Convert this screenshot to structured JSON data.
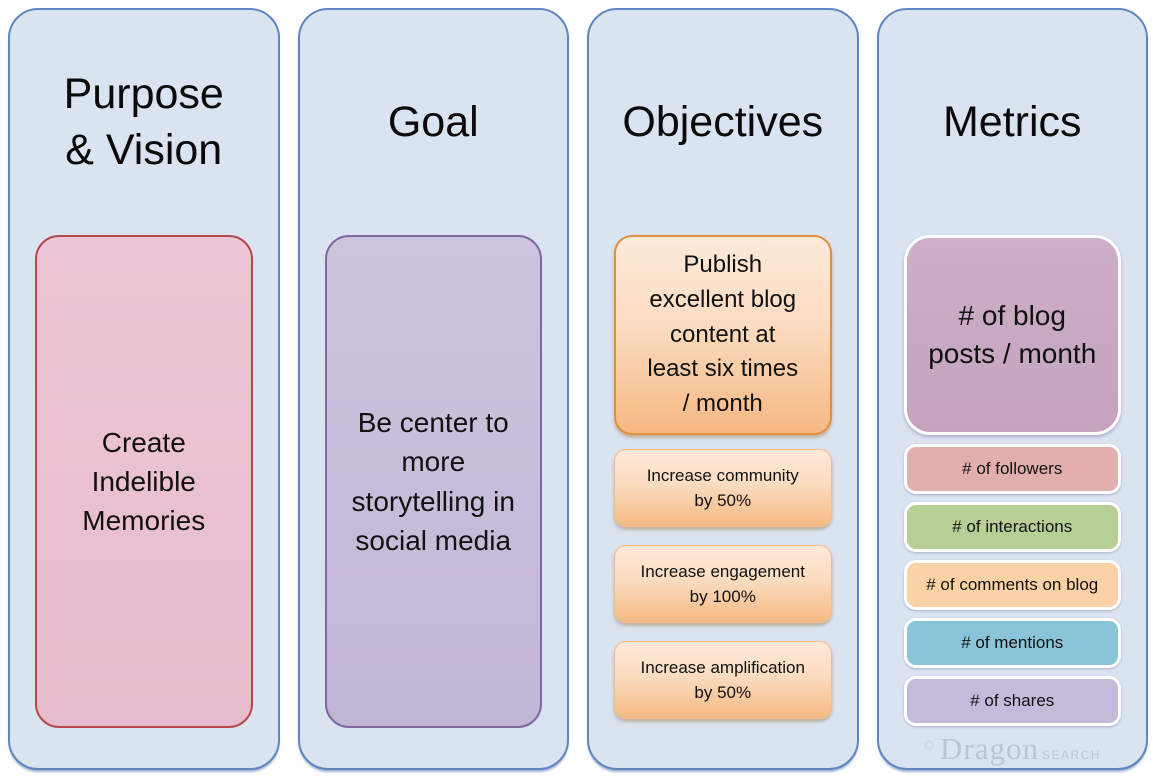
{
  "diagram": {
    "columns": [
      {
        "id": "purpose-vision",
        "title": "Purpose\n& Vision",
        "boxes": [
          {
            "text": "Create\nIndelible\nMemories"
          }
        ]
      },
      {
        "id": "goal",
        "title": "Goal",
        "boxes": [
          {
            "text": "Be center to\nmore\nstorytelling in\nsocial media"
          }
        ]
      },
      {
        "id": "objectives",
        "title": "Objectives",
        "boxes": [
          {
            "text": "Publish\nexcellent blog\ncontent at\nleast six times\n/ month"
          },
          {
            "text": "Increase community\nby 50%"
          },
          {
            "text": "Increase engagement\nby 100%"
          },
          {
            "text": "Increase amplification\nby 50%"
          }
        ]
      },
      {
        "id": "metrics",
        "title": "Metrics",
        "boxes": [
          {
            "text": "# of blog\nposts / month",
            "color": ""
          },
          {
            "text": "# of followers",
            "color": "#e2afaf"
          },
          {
            "text": "# of interactions",
            "color": "#b7ce94"
          },
          {
            "text": "# of comments on blog",
            "color": "#fad2a6"
          },
          {
            "text": "# of mentions",
            "color": "#8ac4d8"
          },
          {
            "text": "# of shares",
            "color": "#c6badb"
          }
        ]
      }
    ],
    "watermark": {
      "copyright": "©",
      "brand": "Dragon",
      "suffix": "SEARCH"
    },
    "colors": {
      "column_bg": "#dae3f0",
      "column_border": "#5f86c0",
      "purpose_fill": "#eac2d1",
      "purpose_border": "#b5494c",
      "goal_fill": "#c9c0db",
      "goal_border": "#7e68a0",
      "objective_gradient_top": "#fdeada",
      "objective_gradient_bottom": "#f6b883",
      "objective_border": "#e08f3f",
      "metric_big_fill": "#caabc3"
    }
  }
}
